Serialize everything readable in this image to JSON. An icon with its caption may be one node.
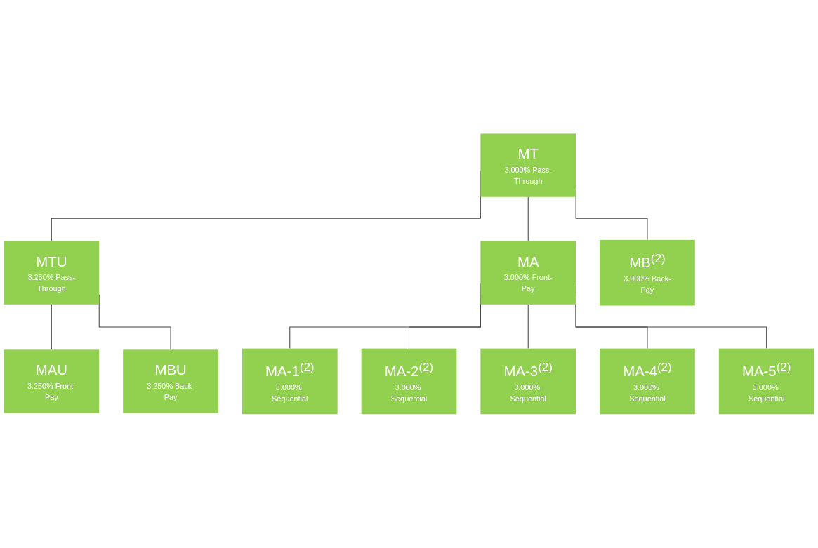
{
  "diagram": {
    "nodes": [
      {
        "text": [
          "MT",
          "3.000% Pass-Through"
        ]
      },
      {
        "text": [
          "MTU",
          "3.250% Pass-Through"
        ]
      },
      {
        "text": [
          "MA",
          "3.000% Front-Pay"
        ]
      },
      {
        "text": [
          "MB$^{(2)}$",
          "3.000% Back-Pay"
        ]
      },
      {
        "text": [
          "MAU",
          "3.250% Front-Pay"
        ]
      },
      {
        "text": [
          "MBU",
          "3.250% Back-Pay"
        ]
      },
      {
        "text": [
          "MA-1$^{(2)}$",
          "3.000% Sequential"
        ]
      },
      {
        "text": [
          "MA-2$^{(2)}$",
          "3.000% Sequential"
        ]
      },
      {
        "text": [
          "MA-3$^{(2)}$",
          "3.000% Sequential"
        ]
      },
      {
        "text": [
          "MA-4$^{(2)}$",
          "3.000% Sequential"
        ]
      },
      {
        "text": [
          "MA-5$^{(2)}$",
          "3.000% Sequential"
        ]
      }
    ],
    "edges": [
      {
        "from": 0,
        "to": 1,
        "arrow": "none"
      },
      {
        "from": 0,
        "to": 2,
        "arrow": "none"
      },
      {
        "from": 0,
        "to": 3,
        "arrow": "none"
      },
      {
        "from": 1,
        "to": 4,
        "arrow": "none"
      },
      {
        "from": 1,
        "to": 5,
        "arrow": "none"
      },
      {
        "from": 2,
        "to": 6,
        "arrow": "none"
      },
      {
        "from": 2,
        "to": 7,
        "arrow": "none"
      },
      {
        "from": 2,
        "to": 8,
        "arrow": "none"
      },
      {
        "from": 2,
        "to": 9,
        "arrow": "none"
      },
      {
        "from": 2,
        "to": 10,
        "arrow": "none"
      }
    ]
  }
}
